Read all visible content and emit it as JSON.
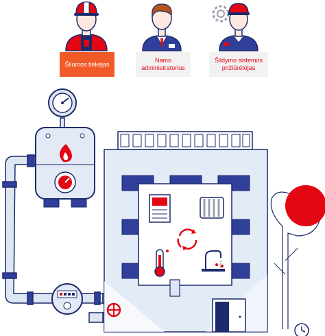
{
  "roles": [
    {
      "id": "heat-supplier",
      "label": "Šilumos tiekėjas",
      "active": true
    },
    {
      "id": "building-administrator",
      "label": "Namo administratorius",
      "active": false
    },
    {
      "id": "heating-system-maintainer",
      "label": "Šildymo sistemos prižiūrėtojas",
      "active": false
    }
  ],
  "colors": {
    "navy": "#1d2a6b",
    "pipe_fill": "#dfe6f3",
    "boiler_fill": "#e3e9f5",
    "building_fill": "#e3ebf7",
    "window_fill": "#2f3f9a",
    "accent_red": "#e30613",
    "orange": "#f05a28",
    "label_idle_bg": "#f2f2f2",
    "icon_gray": "#9aa0ae"
  },
  "icons": [
    "helmet-worker-icon",
    "administrator-icon",
    "maintainer-gear-icon",
    "pressure-gauge-icon",
    "flame-icon",
    "thermostat-dial-icon",
    "water-meter-icon",
    "valve-icon",
    "radiator-icon",
    "thermometer-icon",
    "cycle-arrows-icon",
    "faucet-icon",
    "door-icon",
    "tree-icon",
    "clock-icon"
  ]
}
